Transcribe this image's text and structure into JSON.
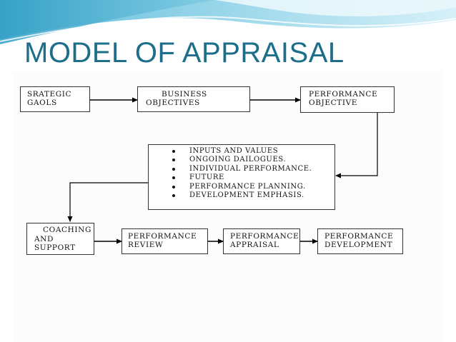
{
  "slide": {
    "title": "MODEL OF APPRAISAL"
  },
  "diagram": {
    "strategic_goals": {
      "line1": "SRATEGIC",
      "line2": "GAOLS"
    },
    "business_objectives": {
      "line1": "BUSINESS",
      "line2": "OBJECTIVES"
    },
    "performance_objective": {
      "line1": "PERFORMANCE",
      "line2": "OBJECTIVE"
    },
    "inputs_list": [
      "INPUTS AND VALUES",
      "ONGOING DAILOGUES.",
      "INDIVIDUAL PERFORMANCE.",
      "FUTURE",
      "PERFORMANCE PLANNING.",
      "DEVELOPMENT EMPHASIS."
    ],
    "coaching_support": {
      "line1": "COACHING",
      "line2": "AND",
      "line3": "SUPPORT"
    },
    "performance_review": {
      "line1": "PERFORMANCE",
      "line2": "REVIEW"
    },
    "performance_appraisal": {
      "line1": "PERFORMANCE",
      "line2": "APPRAISAL"
    },
    "performance_development": {
      "line1": "PERFORMANCE",
      "line2": "DEVELOPMENT"
    }
  },
  "colors": {
    "title": "#1c6e8a",
    "wave_light": "#bfe6f2",
    "wave_mid": "#7cc8e0",
    "wave_dark": "#3fa9cc"
  }
}
